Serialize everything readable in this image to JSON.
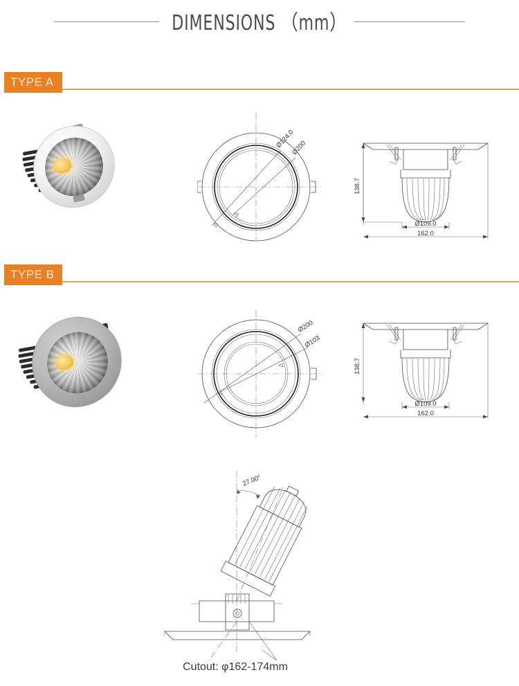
{
  "header": {
    "title": "DIMENSIONS （mm）"
  },
  "sections": [
    {
      "badge": "TYPE A",
      "photo_alt": "white-round-cob-downlight",
      "top_view": {
        "labels": [
          "Ø124.0",
          "Ø200"
        ]
      },
      "side_view": {
        "height": "138.7",
        "inner_diameter": "Ø109.0",
        "outer_width": "162.0"
      }
    },
    {
      "badge": "TYPE B",
      "photo_alt": "silver-tilt-cob-downlight",
      "top_view": {
        "labels": [
          "Ø200",
          "Ø103"
        ]
      },
      "side_view": {
        "height": "138.7",
        "inner_diameter": "Ø109.0",
        "outer_width": "162.0"
      }
    }
  ],
  "tilt_view": {
    "angle": "27.00°",
    "caption": "Cutout: φ162-174mm"
  },
  "colors": {
    "badge_bg": "#e98024",
    "badge_text": "#fbecd9",
    "band_line": "#dda65a",
    "title_text": "#4a4a4a",
    "drawing_line": "#4a4a4a"
  }
}
